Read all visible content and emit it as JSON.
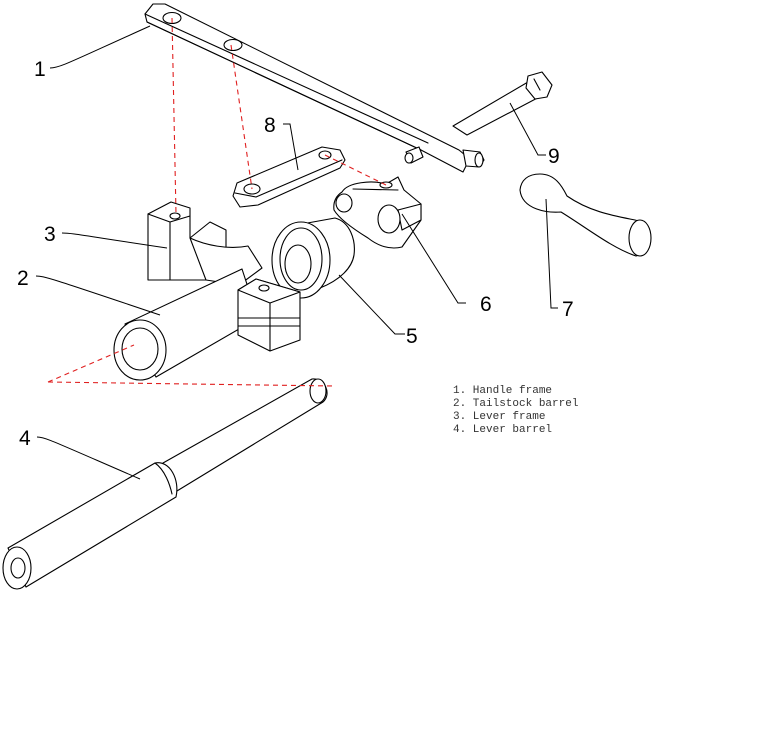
{
  "callouts": {
    "c1": "1",
    "c2": "2",
    "c3": "3",
    "c4": "4",
    "c5": "5",
    "c6": "6",
    "c7": "7",
    "c8": "8",
    "c9": "9"
  },
  "legend": {
    "item1": "1. Handle frame",
    "item2": "2. Tailstock barrel",
    "item3": "3. Lever frame",
    "item4": "4. Lever barrel"
  },
  "colors": {
    "assembly_line": "#e02020",
    "outline": "#000000"
  }
}
